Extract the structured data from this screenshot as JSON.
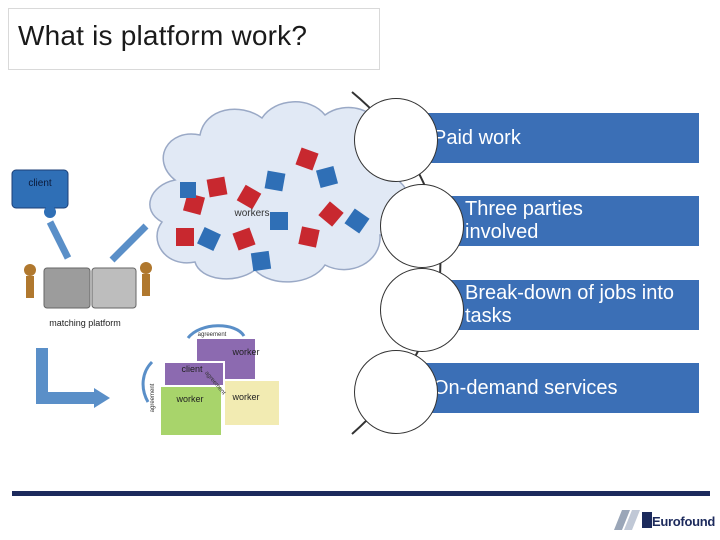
{
  "slide": {
    "title": "What is platform work?"
  },
  "illustration": {
    "client_label": "client",
    "workers_label": "workers",
    "platform_label": "matching platform",
    "puzzle_labels": {
      "worker_top": "worker",
      "client": "client",
      "worker_left": "worker",
      "worker_right": "worker",
      "agreement_top": "agreement",
      "agreement_left": "agreement",
      "agreement_diag": "agreement"
    }
  },
  "features": [
    {
      "label": "Paid work"
    },
    {
      "label": "Three parties involved"
    },
    {
      "label": "Break-down of jobs into tasks"
    },
    {
      "label": "On-demand services"
    }
  ],
  "brand": {
    "name": "Eurofound"
  },
  "colors": {
    "bar": "#3b6fb6",
    "rule": "#1c2a5c",
    "cloud": "#e1e9f5"
  }
}
